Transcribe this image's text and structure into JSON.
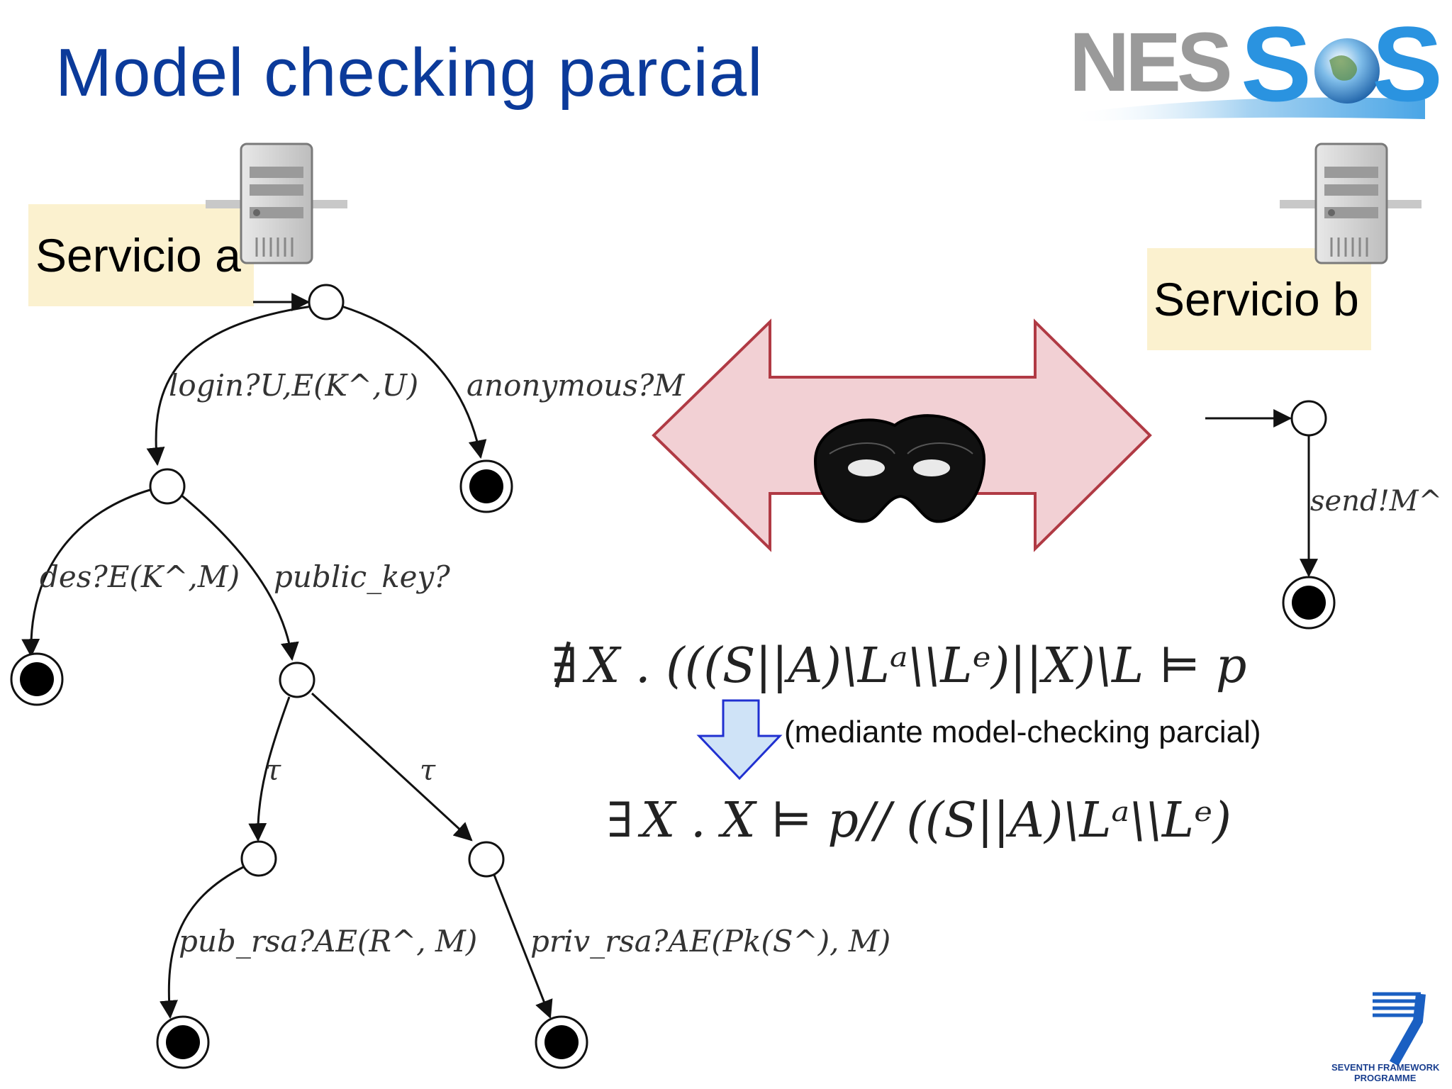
{
  "slide": {
    "title": "Model checking parcial",
    "service_a": "Servicio a",
    "service_b": "Servicio b",
    "arrow_caption": "(mediante model-checking parcial)"
  },
  "logos": {
    "nessos": "NESSOS",
    "fp7_line1": "SEVENTH FRAMEWORK",
    "fp7_line2": "PROGRAMME"
  },
  "automaton_a": {
    "edges": {
      "login": "login?U,E(K^,U)",
      "anonymous": "anonymous?M",
      "des": "des?E(K^,M)",
      "public_key": "public_key?",
      "tau_left": "τ",
      "tau_right": "τ",
      "pub_rsa": "pub_rsa?AE(R^, M)",
      "priv_rsa": "priv_rsa?AE(Pk(S^), M)"
    }
  },
  "automaton_b": {
    "edges": {
      "send": "send!M^"
    }
  },
  "formulas": {
    "f1_quant": "∄",
    "f1_body": "X . (((S||A)\\Lᵃ\\\\Lᵉ)||X)\\L ⊨ p",
    "f2_quant": "∃",
    "f2_body": "X . X ⊨ p// ((S||A)\\Lᵃ\\\\Lᵉ)"
  },
  "colors": {
    "title": "#0b3a9a",
    "label_bg": "#fbf1cf",
    "double_arrow_fill": "#f2d0d4",
    "double_arrow_stroke": "#b03a44",
    "down_arrow_fill": "#cfe3f7",
    "down_arrow_stroke": "#2030d0"
  }
}
